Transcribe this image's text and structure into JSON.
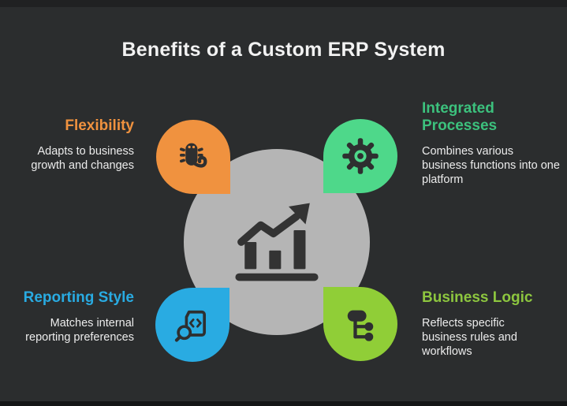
{
  "page": {
    "title": "Benefits of a Custom ERP System",
    "background_color": "#2b2d2e",
    "top_strip_color": "#202122",
    "bottom_strip_color": "#141516",
    "title_color": "#f2f2f2"
  },
  "center": {
    "icon": "bar-chart-growth-icon",
    "circle_color": "#b5b5b5",
    "icon_color": "#333333"
  },
  "benefits": [
    {
      "id": "flexibility",
      "title": "Flexibility",
      "description": "Adapts to business growth and changes",
      "accent_color": "#f0923f",
      "blob_color": "#f0923f",
      "icon": "caterpillar-icon",
      "position": "top-left"
    },
    {
      "id": "integrated-processes",
      "title": "Integrated Processes",
      "description": "Combines various business functions into one platform",
      "accent_color": "#3cc17d",
      "blob_color": "#4ed88a",
      "icon": "gear-icon",
      "position": "top-right"
    },
    {
      "id": "reporting-style",
      "title": "Reporting Style",
      "description": "Matches internal reporting preferences",
      "accent_color": "#29abe2",
      "blob_color": "#29abe2",
      "icon": "code-document-search-icon",
      "position": "bottom-left"
    },
    {
      "id": "business-logic",
      "title": "Business Logic",
      "description": "Reflects specific business rules and workflows",
      "accent_color": "#8dc63f",
      "blob_color": "#90ce37",
      "icon": "flowchart-branch-icon",
      "position": "bottom-right"
    }
  ]
}
